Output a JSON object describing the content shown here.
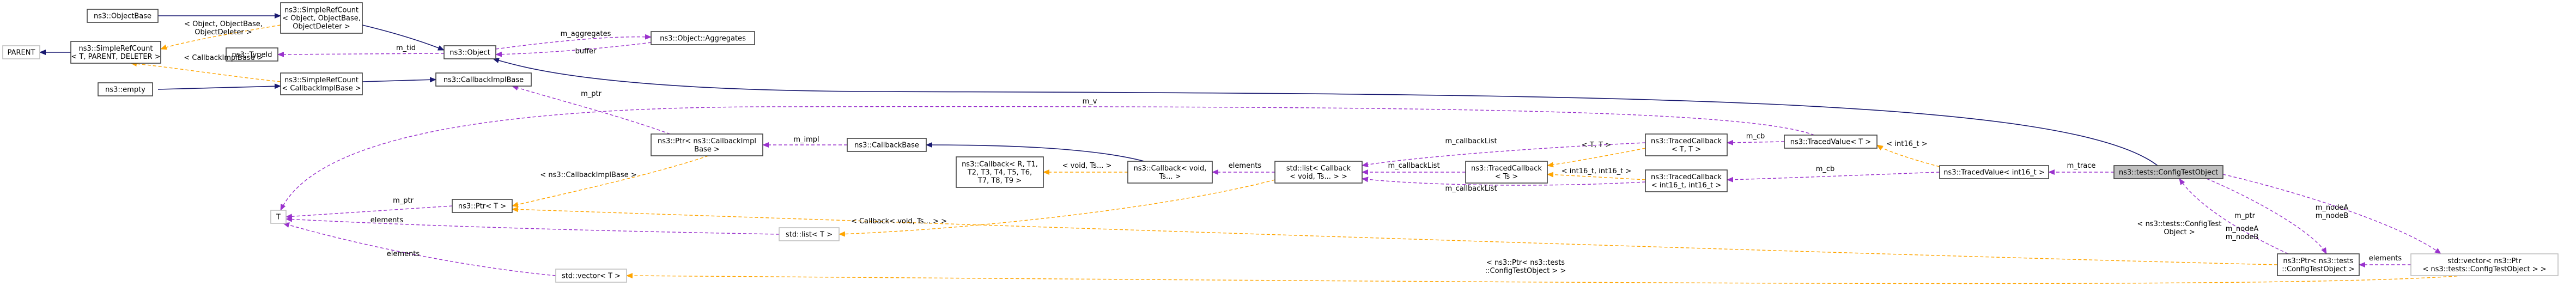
{
  "colors": {
    "inheritance": "#191970",
    "usage": "#9a32cd",
    "template": "#ffa500",
    "node_border": "#404040",
    "focus_fill": "#bfbfbf",
    "faded_border": "#bfbfbf",
    "faded_text": "#6a6a6a"
  },
  "nodes": [
    {
      "id": "objectbase",
      "lines": [
        "ns3::ObjectBase"
      ]
    },
    {
      "id": "srefcount_object",
      "lines": [
        "ns3::SimpleRefCount",
        "< Object, ObjectBase,",
        "ObjectDeleter >"
      ]
    },
    {
      "id": "parent",
      "lines": [
        "PARENT"
      ]
    },
    {
      "id": "srefcount_tpd",
      "lines": [
        "ns3::SimpleRefCount",
        "< T, PARENT, DELETER >"
      ]
    },
    {
      "id": "object",
      "lines": [
        "ns3::Object"
      ]
    },
    {
      "id": "aggregates",
      "lines": [
        "ns3::Object::Aggregates"
      ]
    },
    {
      "id": "typeid",
      "lines": [
        "ns3::TypeId"
      ]
    },
    {
      "id": "empty",
      "lines": [
        "ns3::empty"
      ]
    },
    {
      "id": "srefcount_cbi",
      "lines": [
        "ns3::SimpleRefCount",
        "< CallbackImplBase >"
      ]
    },
    {
      "id": "cbimplbase",
      "lines": [
        "ns3::CallbackImplBase"
      ]
    },
    {
      "id": "ptr_cbimplbase",
      "lines": [
        "ns3::Ptr< ns3::CallbackImpl",
        "Base >"
      ]
    },
    {
      "id": "callbackbase",
      "lines": [
        "ns3::CallbackBase"
      ]
    },
    {
      "id": "callback_generic",
      "lines": [
        "ns3::Callback< R, T1,",
        "T2, T3, T4, T5, T6,",
        "T7, T8, T9 >"
      ]
    },
    {
      "id": "callback_void",
      "lines": [
        "ns3::Callback< void,",
        "Ts... >"
      ]
    },
    {
      "id": "t_param",
      "lines": [
        "T"
      ]
    },
    {
      "id": "ptr_t",
      "lines": [
        "ns3::Ptr< T >"
      ]
    },
    {
      "id": "list_t",
      "lines": [
        "std::list< T >"
      ]
    },
    {
      "id": "vector_t",
      "lines": [
        "std::vector< T >"
      ]
    },
    {
      "id": "list_callback",
      "lines": [
        "std::list< Callback",
        "< void, Ts... > >"
      ]
    },
    {
      "id": "tcb_t",
      "lines": [
        "ns3::TracedCallback",
        "< T, T >"
      ]
    },
    {
      "id": "tcb_ts",
      "lines": [
        "ns3::TracedCallback",
        "< Ts >"
      ]
    },
    {
      "id": "tcb_int16",
      "lines": [
        "ns3::TracedCallback",
        "< int16_t, int16_t >"
      ]
    },
    {
      "id": "tv_t",
      "lines": [
        "ns3::TracedValue< T >"
      ]
    },
    {
      "id": "tv_int16",
      "lines": [
        "ns3::TracedValue< int16_t >"
      ]
    },
    {
      "id": "focus",
      "lines": [
        "ns3::tests::ConfigTestObject"
      ]
    },
    {
      "id": "ptr_cto",
      "lines": [
        "ns3::Ptr< ns3::tests",
        "::ConfigTestObject >"
      ]
    },
    {
      "id": "vector_ptr_cto",
      "lines": [
        "std::vector< ns3::Ptr",
        "< ns3::tests::ConfigTestObject > >"
      ]
    }
  ],
  "edge_labels": [
    {
      "id": "lbl_objdeleter",
      "lines": [
        "< Object, ObjectBase,",
        "ObjectDeleter >"
      ]
    },
    {
      "id": "lbl_cbimplbase",
      "lines": [
        "< CallbackImplBase >"
      ]
    },
    {
      "id": "lbl_aggregates",
      "lines": [
        "m_aggregates"
      ]
    },
    {
      "id": "lbl_buffer",
      "lines": [
        "buffer"
      ]
    },
    {
      "id": "lbl_tid",
      "lines": [
        "m_tid"
      ]
    },
    {
      "id": "lbl_ptr1",
      "lines": [
        "m_ptr"
      ]
    },
    {
      "id": "lbl_impl",
      "lines": [
        "m_impl"
      ]
    },
    {
      "id": "lbl_ptr_cbib",
      "lines": [
        "< ns3::CallbackImplBase >"
      ]
    },
    {
      "id": "lbl_ptr2",
      "lines": [
        "m_ptr"
      ]
    },
    {
      "id": "lbl_elements1",
      "lines": [
        "elements"
      ]
    },
    {
      "id": "lbl_elements2",
      "lines": [
        "elements"
      ]
    },
    {
      "id": "lbl_elements3",
      "lines": [
        "elements"
      ]
    },
    {
      "id": "lbl_elements4",
      "lines": [
        "elements"
      ]
    },
    {
      "id": "lbl_void_ts",
      "lines": [
        "< void, Ts... >"
      ]
    },
    {
      "id": "lbl_cb_void_ts",
      "lines": [
        "< Callback< void, Ts... > >"
      ]
    },
    {
      "id": "lbl_v1",
      "lines": [
        "m_v"
      ]
    },
    {
      "id": "lbl_cblist1",
      "lines": [
        "m_callbackList"
      ]
    },
    {
      "id": "lbl_cblist2",
      "lines": [
        "m_callbackList"
      ]
    },
    {
      "id": "lbl_cblist3",
      "lines": [
        "m_callbackList"
      ]
    },
    {
      "id": "lbl_tt",
      "lines": [
        "< T, T >"
      ]
    },
    {
      "id": "lbl_int16_pair",
      "lines": [
        "< int16_t, int16_t >"
      ]
    },
    {
      "id": "lbl_cb1",
      "lines": [
        "m_cb"
      ]
    },
    {
      "id": "lbl_cb2",
      "lines": [
        "m_cb"
      ]
    },
    {
      "id": "lbl_int16",
      "lines": [
        "< int16_t >"
      ]
    },
    {
      "id": "lbl_trace",
      "lines": [
        "m_trace"
      ]
    },
    {
      "id": "lbl_nodes",
      "lines": [
        "m_nodeA",
        "m_nodeB"
      ]
    },
    {
      "id": "lbl_ptr3",
      "lines": [
        "m_ptr"
      ]
    },
    {
      "id": "lbl_nodes2",
      "lines": [
        "m_nodeA",
        "m_nodeB"
      ]
    },
    {
      "id": "lbl_cto",
      "lines": [
        "< ns3::tests::ConfigTest",
        "Object >"
      ]
    },
    {
      "id": "lbl_ptr_cto",
      "lines": [
        "< ns3::Ptr< ns3::tests",
        "::ConfigTestObject > >"
      ]
    }
  ]
}
